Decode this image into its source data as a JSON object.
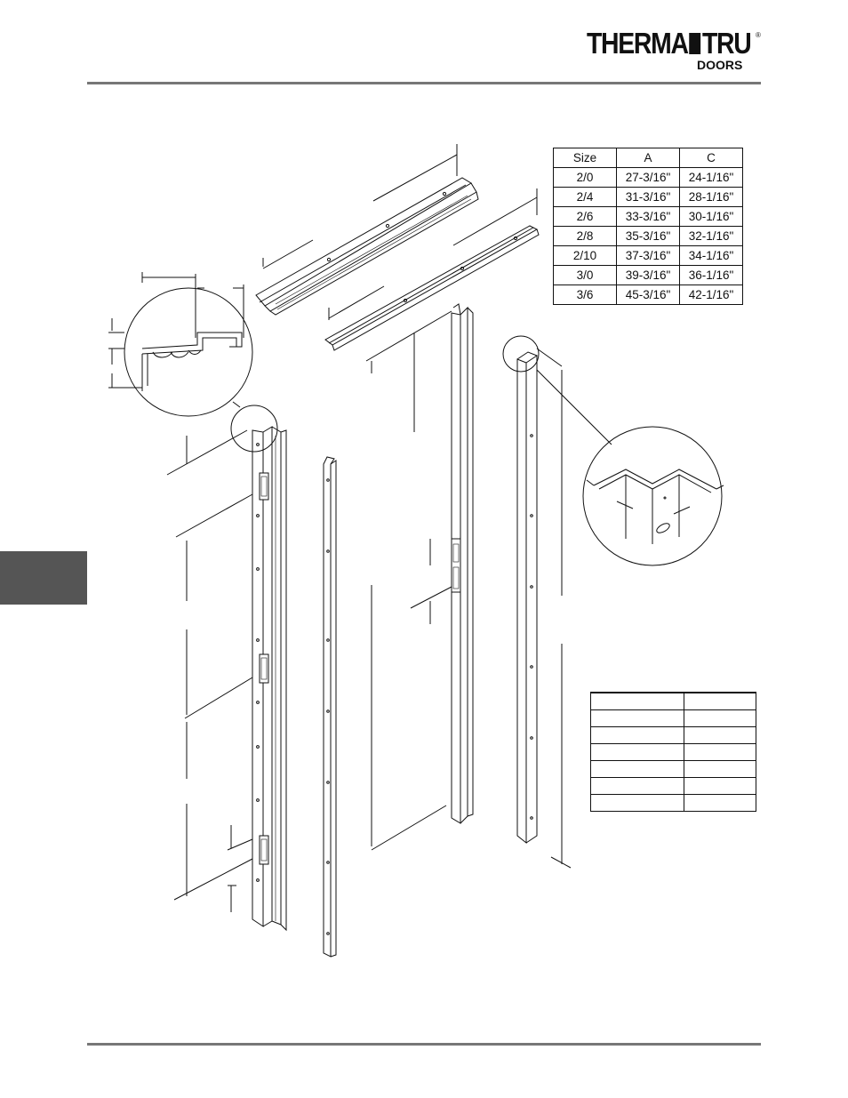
{
  "brand": {
    "name_left": "THERMA",
    "name_right": "TRU",
    "registered": "®",
    "sub": "DOORS"
  },
  "size_table": {
    "headers": [
      "Size",
      "A",
      "C"
    ],
    "rows": [
      [
        "2/0",
        "27-3/16\"",
        "24-1/16\""
      ],
      [
        "2/4",
        "31-3/16\"",
        "28-1/16\""
      ],
      [
        "2/6",
        "33-3/16\"",
        "30-1/16\""
      ],
      [
        "2/8",
        "35-3/16\"",
        "32-1/16\""
      ],
      [
        "2/10",
        "37-3/16\"",
        "34-1/16\""
      ],
      [
        "3/0",
        "39-3/16\"",
        "36-1/16\""
      ],
      [
        "3/6",
        "45-3/16\"",
        "42-1/16\""
      ]
    ]
  },
  "blank_table": {
    "row_count": 7,
    "col_count": 2
  }
}
